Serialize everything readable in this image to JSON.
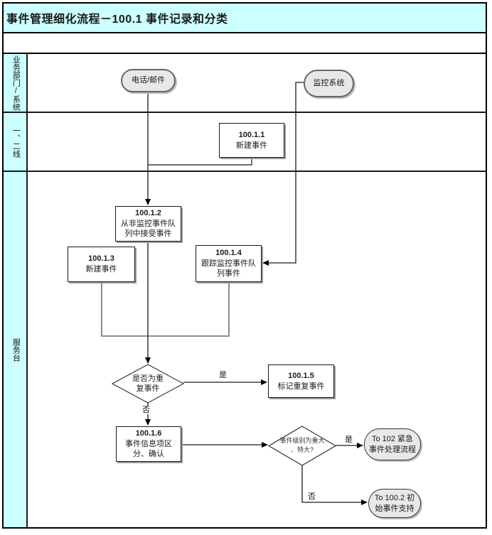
{
  "title": "事件管理细化流程－100.1 事件记录和分类",
  "lanes": {
    "lane1": "业务部门/系统",
    "lane2": "一、二线",
    "lane3": "服务台"
  },
  "nodes": {
    "phone": {
      "label": "电话/邮件"
    },
    "monitor": {
      "label": "监控系统"
    },
    "n1": {
      "id": "100.1.1",
      "lines": [
        "新建事件"
      ]
    },
    "n2": {
      "id": "100.1.2",
      "lines": [
        "从非监控事件队",
        "列中接受事件"
      ]
    },
    "n3": {
      "id": "100.1.3",
      "lines": [
        "新建事件"
      ]
    },
    "n4": {
      "id": "100.1.4",
      "lines": [
        "跟踪监控事件队",
        "列事件"
      ]
    },
    "n5": {
      "id": "100.1.5",
      "lines": [
        "标记重复事件"
      ]
    },
    "n6": {
      "id": "100.1.6",
      "lines": [
        "事件信息项区",
        "分、确认"
      ]
    },
    "d1": {
      "lines": [
        "是否为重",
        "复事件"
      ]
    },
    "d2": {
      "lines": [
        "事件级别为重大",
        "、特大?"
      ]
    },
    "to102": {
      "lines": [
        "To 102 紧急",
        "事件处理流程"
      ]
    },
    "to1002": {
      "lines": [
        "To 100.2 初",
        "始事件支持"
      ]
    }
  },
  "edge_labels": {
    "yes": "是",
    "no": "否"
  },
  "colors": {
    "lane_bg": "#CCFFFF",
    "box_fill": "#FFFFFF",
    "terminal_fill": "#E8E8E8",
    "line": "#000000",
    "merge_line": "#808080",
    "shadow": "#999999"
  }
}
